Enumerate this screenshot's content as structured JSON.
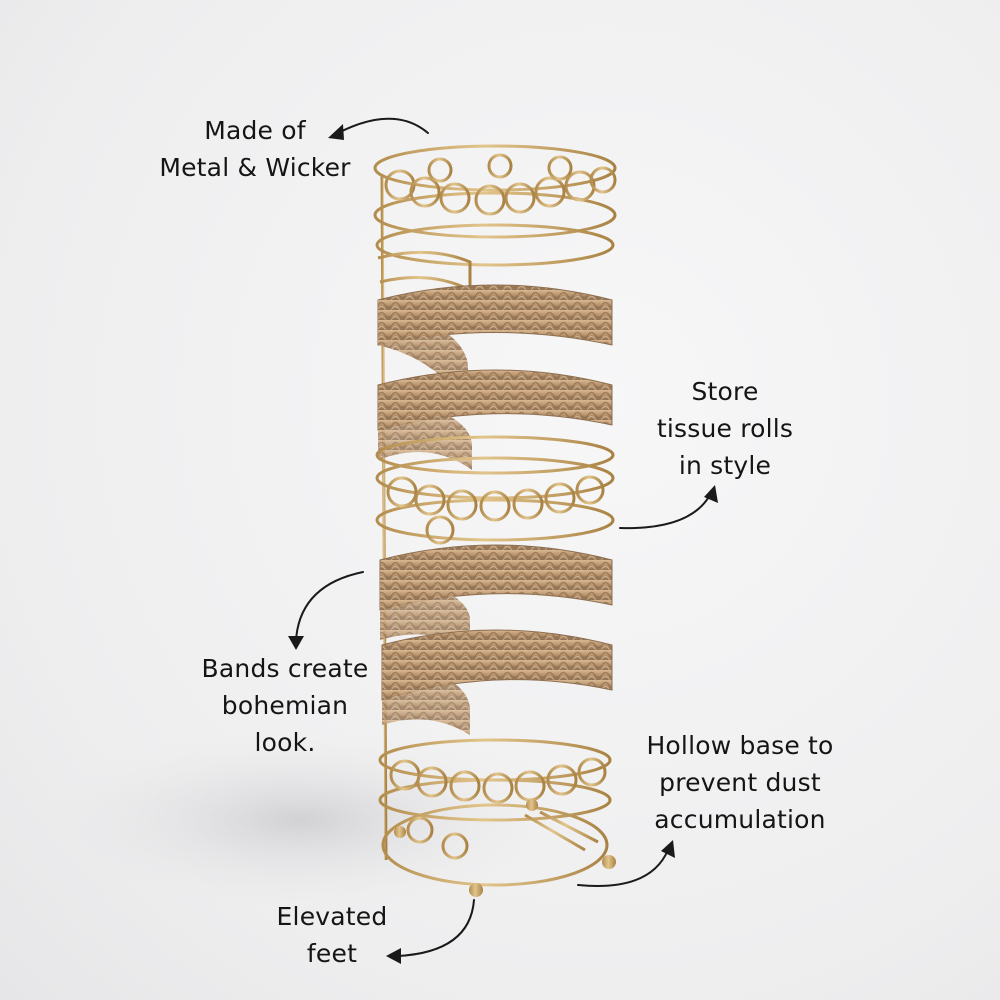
{
  "labels": {
    "material": [
      "Made of",
      "Metal & Wicker"
    ],
    "store": [
      "Store",
      "tissue rolls",
      "in style"
    ],
    "bands": [
      "Bands create",
      "bohemian",
      "look."
    ],
    "hollow": [
      "Hollow base to",
      "prevent dust",
      "accumulation"
    ],
    "feet": [
      "Elevated",
      "feet"
    ]
  },
  "colors": {
    "ink": "#151515",
    "gold_wire": "#c9a45e",
    "wicker": "#c8a27a",
    "wicker_dark": "#9c7c5c"
  }
}
